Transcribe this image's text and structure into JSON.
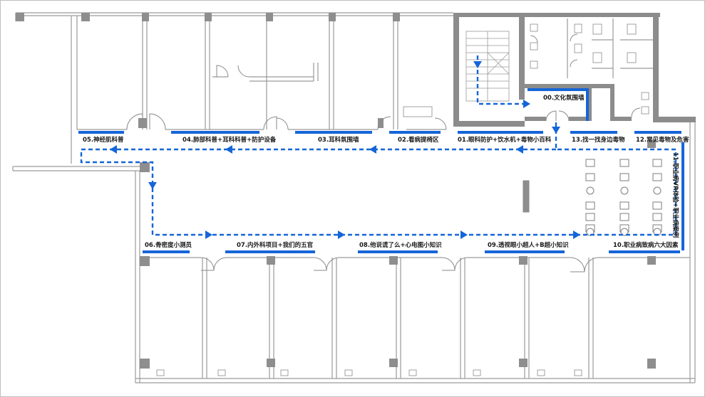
{
  "stations": {
    "s00": "00.文化氛围墙",
    "s01": "01.眼科防护+饮水机+毒物小百科",
    "s02": "02.看病提椅区",
    "s03": "03.耳科氛围墙",
    "s04": "04.肺部科普+耳科科普+防护设备",
    "s05": "05.神经肌科普",
    "s06": "06.骨密度小测员",
    "s07": "07.内外科项目+我们的五官",
    "s08": "08.他说谎了么+心电图小知识",
    "s09": "09.透视眼小超人+B超小知识",
    "s10": "10.职业病致病六大因素",
    "s11": "11.职业病VR体验+职业病案例",
    "s12": "12.常见毒物及危害",
    "s13": "13.找一找身边毒物"
  },
  "colors": {
    "route": "#1565d8",
    "wall": "#8c8c8c"
  }
}
